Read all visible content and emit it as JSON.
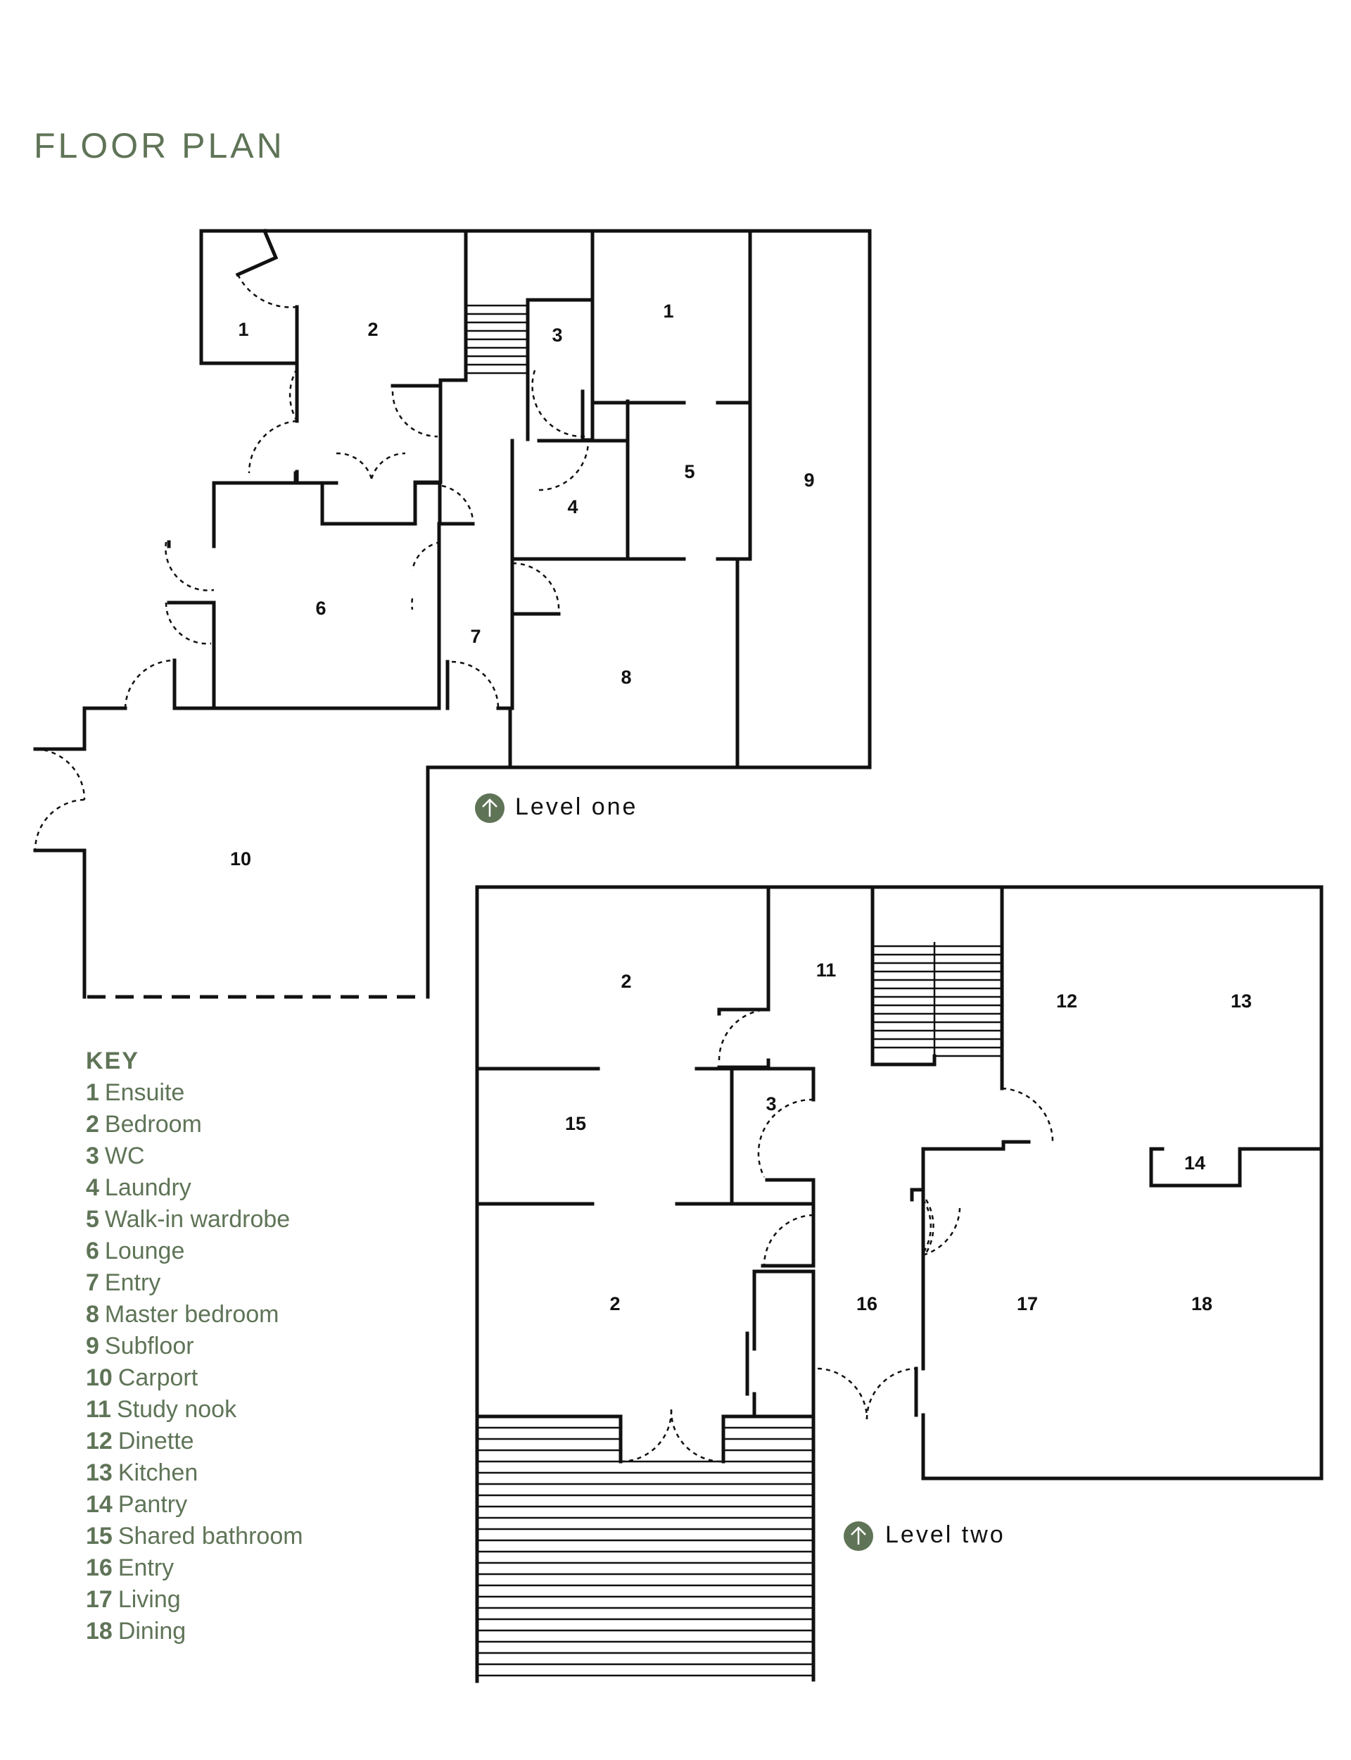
{
  "title": "FLOOR PLAN",
  "levels": {
    "one": "Level one",
    "two": "Level two"
  },
  "key": {
    "heading": "KEY",
    "items": [
      {
        "num": "1",
        "label": "Ensuite"
      },
      {
        "num": "2",
        "label": "Bedroom"
      },
      {
        "num": "3",
        "label": "WC"
      },
      {
        "num": "4",
        "label": "Laundry"
      },
      {
        "num": "5",
        "label": "Walk-in wardrobe"
      },
      {
        "num": "6",
        "label": "Lounge"
      },
      {
        "num": "7",
        "label": "Entry"
      },
      {
        "num": "8",
        "label": "Master bedroom"
      },
      {
        "num": "9",
        "label": "Subfloor"
      },
      {
        "num": "10",
        "label": "Carport"
      },
      {
        "num": "11",
        "label": "Study nook"
      },
      {
        "num": "12",
        "label": "Dinette"
      },
      {
        "num": "13",
        "label": "Kitchen"
      },
      {
        "num": "14",
        "label": "Pantry"
      },
      {
        "num": "15",
        "label": "Shared bathroom"
      },
      {
        "num": "16",
        "label": "Entry"
      },
      {
        "num": "17",
        "label": "Living"
      },
      {
        "num": "18",
        "label": "Dining"
      }
    ]
  },
  "rooms": {
    "l1": [
      "1",
      "2",
      "3",
      "1",
      "5",
      "9",
      "4",
      "6",
      "7",
      "8",
      "10"
    ],
    "l2": [
      "2",
      "11",
      "12",
      "13",
      "15",
      "3",
      "14",
      "2",
      "16",
      "17",
      "18"
    ]
  },
  "colors": {
    "accent": "#5f7457",
    "line": "#111111"
  },
  "icons": {
    "north": "north-arrow-icon"
  }
}
